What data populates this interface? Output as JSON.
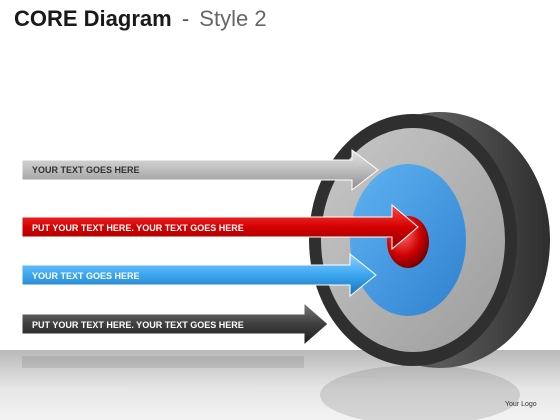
{
  "title": {
    "main": "CORE Diagram",
    "separator": "-",
    "style": "Style 2"
  },
  "arrows": [
    {
      "label": "YOUR TEXT GOES HERE",
      "color": "#b0b0b0",
      "text_color": "#333333"
    },
    {
      "label": "PUT YOUR TEXT HERE. YOUR TEXT GOES HERE",
      "color": "#d40000",
      "text_color": "#ffffff"
    },
    {
      "label": "YOUR TEXT GOES HERE",
      "color": "#3aa6ef",
      "text_color": "#ffffff"
    },
    {
      "label": "PUT YOUR TEXT HERE. YOUR TEXT GOES HERE",
      "color": "#3f3f3f",
      "text_color": "#ffffff"
    }
  ],
  "target": {
    "outer_color": "#a9a9a9",
    "rim_color": "#3a3a3a",
    "inner_color": "#3e96e0",
    "bullseye_color": "#cc0000"
  },
  "logo": "Your Logo"
}
